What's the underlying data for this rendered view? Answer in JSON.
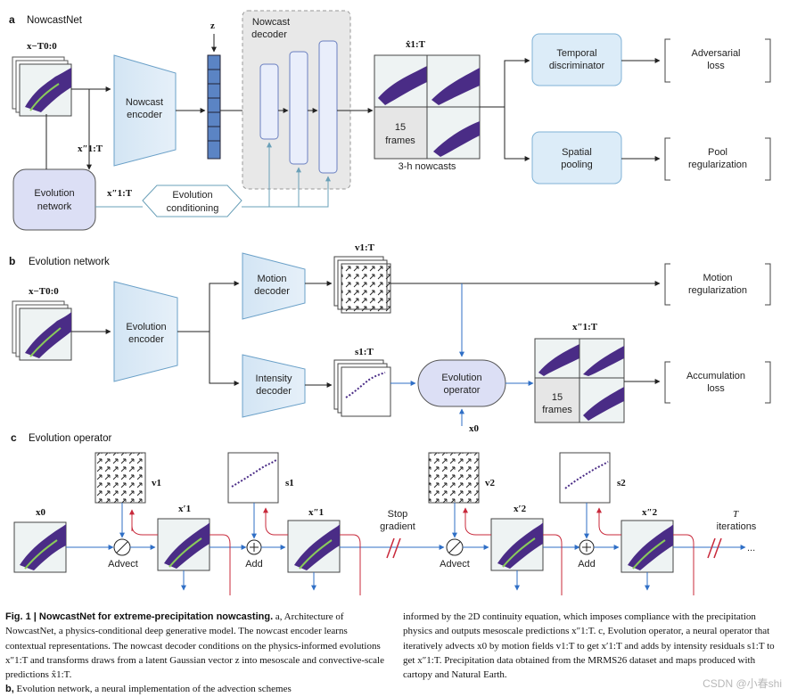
{
  "panel_a": {
    "letter": "a",
    "name": "NowcastNet",
    "input_label": "x−T0:0",
    "z_label": "z",
    "encoder": "Nowcast encoder",
    "decoder": "Nowcast decoder",
    "evolution_network": "Evolution network",
    "evolution_conditioning": "Evolution conditioning",
    "x_double": "x″1:T",
    "x_hat": "x̂1:T",
    "frames_count": "15",
    "frames_word": "frames",
    "nowcasts": "3-h nowcasts",
    "temporal_disc": "Temporal discriminator",
    "spatial_pool": "Spatial pooling",
    "adversarial": "Adversarial loss",
    "pool_reg": "Pool regularization"
  },
  "panel_b": {
    "letter": "b",
    "name": "Evolution network",
    "input_label": "x−T0:0",
    "encoder": "Evolution encoder",
    "motion_decoder": "Motion decoder",
    "intensity_decoder": "Intensity decoder",
    "v_label": "v1:T",
    "s_label": "s1:T",
    "operator": "Evolution operator",
    "x0": "x0",
    "x_double": "x″1:T",
    "frames_count": "15",
    "frames_word": "frames",
    "motion_reg": "Motion regularization",
    "accum_loss": "Accumulation loss"
  },
  "panel_c": {
    "letter": "c",
    "name": "Evolution operator",
    "x0": "x0",
    "v1": "v1",
    "s1": "s1",
    "x1p": "x′1",
    "x1pp": "x″1",
    "v2": "v2",
    "s2": "s2",
    "x2p": "x′2",
    "x2pp": "x″2",
    "advect": "Advect",
    "add": "Add",
    "stop_gradient": "Stop gradient",
    "iterations_T": "T",
    "iterations": "iterations",
    "ellipsis": "..."
  },
  "caption": {
    "left_p1_bold": "Fig. 1 | NowcastNet for extreme-precipitation nowcasting.",
    "left_p1": " a, Architecture of NowcastNet, a physics-conditional deep generative model. The nowcast encoder learns contextual representations. The nowcast decoder conditions on the physics-informed evolutions x″1:T and transforms draws from a latent Gaussian vector z into mesoscale and convective-scale predictions x̂1:T.",
    "left_p2_bold": "b,",
    "left_p2": " Evolution network, a neural implementation of the advection schemes",
    "right_p": "informed by the 2D continuity equation, which imposes compliance with the precipitation physics and outputs mesoscale predictions x″1:T. c, Evolution operator, a neural operator that iteratively advects x0 by motion fields v1:T to get x′1:T and adds by intensity residuals s1:T to get x″1:T. Precipitation data obtained from the MRMS26 dataset and maps produced with cartopy and Natural Earth."
  },
  "watermark": "CSDN @小春shi",
  "colors": {
    "encoder_fill": "#dbe9f5",
    "evolution_fill": "#dcdff5",
    "decoder_panel": "#e8e8e8",
    "z_fill": "#5b84c4",
    "arrow_blue": "#2f6fc6",
    "arrow_red": "#c8283a",
    "map_purple": "#4a2c86"
  }
}
